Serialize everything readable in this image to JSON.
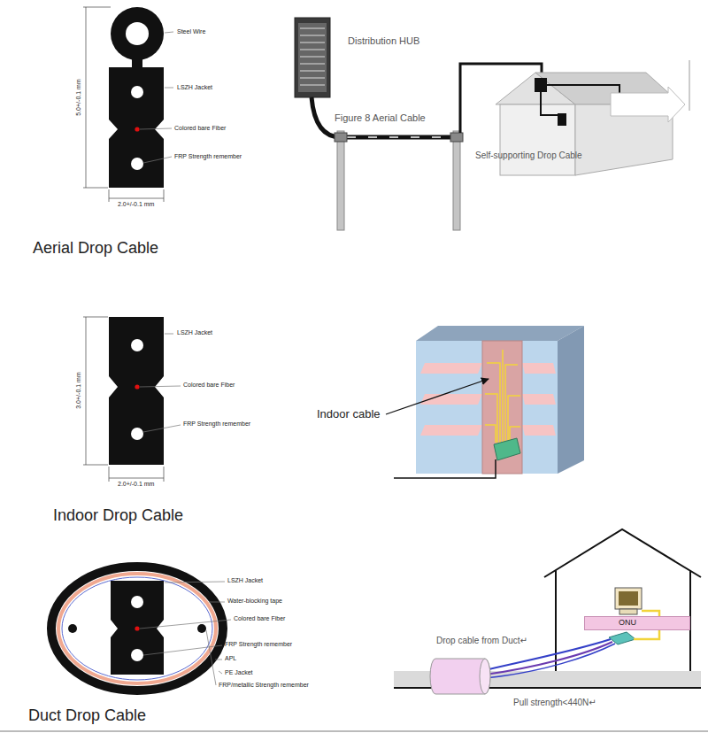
{
  "diagram": {
    "nodes": [
      {
        "text": [
          "ONU"
        ]
      }
    ],
    "labels": [
      "Steel Wire",
      "LSZH Jacket",
      "Colored bare Fiber",
      "FRP Strength remember",
      "5.0+/-0.1 mm",
      "2.0+/-0.1 mm",
      "Aerial Drop Cable",
      "Distribution HUB",
      "Figure 8 Aerial Cable",
      "Self-supporting Drop Cable",
      "LSZH Jacket",
      "Colored bare Fiber",
      "FRP Strength remember",
      "3.0+/-0.1 mm",
      "2.0+/-0.1 mm",
      "Indoor Drop Cable",
      "Indoor cable",
      "LSZH Jacket",
      "Water-blocking tape",
      "Colored bare Fiber",
      "FRP Strength remember",
      "APL",
      "PE Jacket",
      "FRP/metallic Strength remember",
      "Duct Drop Cable",
      "Drop cable from Duct↵",
      "Pull strength<440N↵"
    ]
  }
}
